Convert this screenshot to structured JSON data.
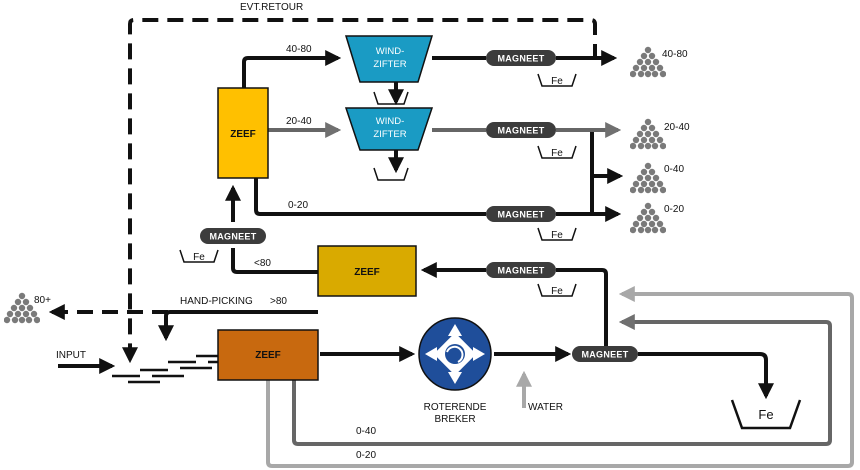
{
  "labels": {
    "retour": "EVT.RETOUR",
    "windzifter_line1": "WIND-",
    "windzifter_line2": "ZIFTER",
    "zeef": "ZEEF",
    "magneet": "MAGNEET",
    "fe": "Fe",
    "frac_40_80": "40-80",
    "frac_20_40": "20-40",
    "frac_0_20": "0-20",
    "frac_0_40": "0-40",
    "lt80": "<80",
    "gt80": ">80",
    "p80": "80+",
    "hand_picking": "HAND-PICKING",
    "input": "INPUT",
    "breker_line1": "ROTERENDE",
    "breker_line2": "BREKER",
    "water": "WATER"
  },
  "outputs": [
    "40-80",
    "20-40",
    "0-40",
    "0-20"
  ],
  "colors": {
    "zeef_top": "#ffc000",
    "zeef_mid": "#d9aa00",
    "zeef_bottom": "#c8690f",
    "windzifter": "#1a9bc4",
    "magneet": "#3c3c3c",
    "breker": "#1f4e9a",
    "line_black": "#111111",
    "line_gray": "#707070",
    "line_light": "#a8a8a8",
    "pile": "#7a7a7a"
  }
}
